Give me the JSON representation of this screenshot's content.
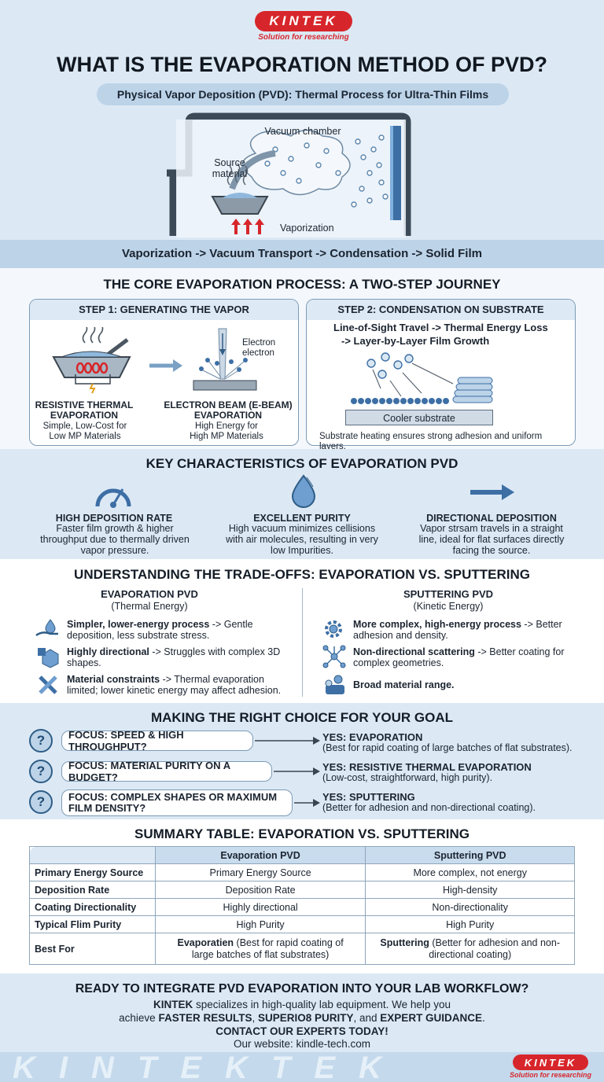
{
  "brand": {
    "name": "KINTEK",
    "tagline": "Solution for researching",
    "color": "#d7262b"
  },
  "header": {
    "title": "WHAT IS THE EVAPORATION METHOD OF PVD?",
    "subtitle": "Physical Vapor Deposition (PVD): Thermal Process for Ultra-Thin Films"
  },
  "diagram": {
    "vacuum_label": "Vacuum chamber",
    "source_label": "Source material",
    "vaporization_label": "Vaporization",
    "flow": "Vaporization -> Vacuum Transport -> Condensation -> Solid Film"
  },
  "core": {
    "title": "THE CORE EVAPORATION PROCESS: A TWO-STEP JOURNEY",
    "step1": {
      "title": "STEP 1: GENERATING THE VAPOR",
      "left_title": "RESISTIVE THERMAL EVAPORATION",
      "left_desc": "Simple, Low-Cost for Low MP Materials",
      "right_title": "ELECTRON BEAM (E-BEAM) EVAPORATION",
      "right_desc": "High Energy for High MP Materials",
      "electron_label": "Electron electron"
    },
    "step2": {
      "title": "STEP 2: CONDENSATION ON SUBSTRATE",
      "flow_line1": "Line-of-Sight Travel -> Thermal Energy Loss",
      "flow_line2": "-> Layer-by-Layer Film Growth",
      "substrate_label": "Cooler substrate",
      "note": "Substrate heating ensures strong adhesion and uniform layers."
    }
  },
  "characteristics": {
    "title": "KEY CHARACTERISTICS OF EVAPORATION PVD",
    "items": [
      {
        "title": "HIGH DEPOSITION RATE",
        "desc": "Faster film growth & higher throughput due to thermally driven vapor pressure."
      },
      {
        "title": "EXCELLENT PURITY",
        "desc": "High vacuum minimizes cellisions with air molecules, resulting in very low Impurities."
      },
      {
        "title": "DIRECTIONAL DEPOSITION",
        "desc": "Vapor strsam travels in a straight line, ideal for flat surfaces directly facing the source."
      }
    ]
  },
  "tradeoffs": {
    "title": "UNDERSTANDING THE TRADE-OFFS: EVAPORATION VS. SPUTTERING",
    "left": {
      "title": "EVAPORATION PVD",
      "sub": "(Thermal Energy)",
      "items": [
        {
          "bold": "Simpler, lower-energy process",
          "rest": " -> Gentle deposition, less substrate stress."
        },
        {
          "bold": "Highly directional",
          "rest": " -> Struggles with complex 3D shapes."
        },
        {
          "bold": "Material constraints",
          "rest": " -> Thermal evaporation limited; lower kinetic energy may affect adhesion."
        }
      ]
    },
    "right": {
      "title": "SPUTTERING PVD",
      "sub": "(Kinetic Energy)",
      "items": [
        {
          "bold": "More complex, high-energy process",
          "rest": " -> Better adhesion and density."
        },
        {
          "bold": "Non-directional scattering",
          "rest": " -> Better coating for complex geometries."
        },
        {
          "bold": "Broad material range.",
          "rest": ""
        }
      ]
    }
  },
  "choice": {
    "title": "MAKING THE RIGHT CHOICE FOR YOUR GOAL",
    "items": [
      {
        "focus": "FOCUS: SPEED & HIGH THROUGHPUT?",
        "answer": "YES: EVAPORATION",
        "detail": "(Best for rapid coating of large batches of flat substrates)."
      },
      {
        "focus": "FOCUS: MATERIAL PURITY ON A BUDGET?",
        "answer": "YES: RESISTIVE THERMAL EVAPORATION",
        "detail": "(Low-cost, straightforward, high purity)."
      },
      {
        "focus": "FOCUS: COMPLEX SHAPES OR MAXIMUM FILM DENSITY?",
        "answer": "YES: SPUTTERING",
        "detail": "(Better for adhesion and non-directional coating)."
      }
    ]
  },
  "summary": {
    "title": "SUMMARY TABLE: EVAPORATION VS. SPUTTERING",
    "headers": [
      "",
      "Evaporation PVD",
      "Sputtering PVD"
    ],
    "rows": [
      [
        "Primary Energy Source",
        "Primary Energy Source",
        "More complex, not energy"
      ],
      [
        "Deposition Rate",
        "Deposition Rate",
        "High-density"
      ],
      [
        "Coating Directionality",
        "Highly directional",
        "Non-directionality"
      ],
      [
        "Typical Flim Purity",
        "High Purity",
        "High Purity"
      ]
    ],
    "best_for": {
      "label": "Best For",
      "evap_bold": "Evaporatien",
      "evap_rest": " (Best for rapid coating of large batches of flat substrates)",
      "sput_bold": "Sputtering",
      "sput_rest": " (Better for adhesion and non-directional coating)"
    }
  },
  "cta": {
    "title": "READY TO INTEGRATE PVD EVAPORATION INTO YOUR LAB WORKFLOW?",
    "line1_bold": "KINTEK",
    "line1_rest": " specializes in high-quality lab equipment. We help you",
    "line2_a": "achieve ",
    "line2_b": "FASTER RESULTS",
    "line2_c": ", ",
    "line2_d": "SUPERIO8 PURITY",
    "line2_e": ", and ",
    "line2_f": "EXPERT GUIDANCE",
    "line2_g": ".",
    "contact": "CONTACT OUR EXPERTS TODAY!",
    "website": "Our website: kindle-tech.com",
    "footer_watermark": "KINTEKTEK",
    "footer_brand": "KINTEK",
    "footer_tagline": "Solution for researching"
  }
}
